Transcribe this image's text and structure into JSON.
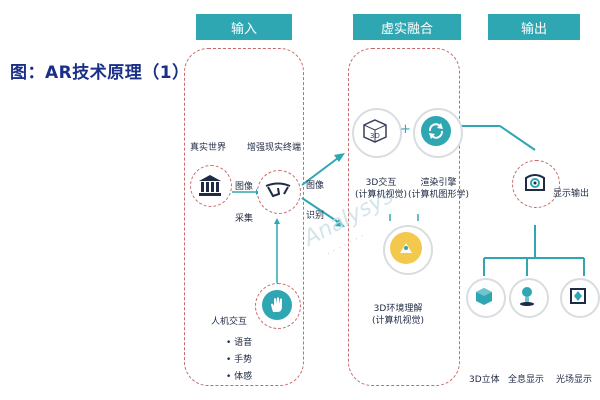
{
  "figure_title": "图：AR技术原理（1）",
  "headers": {
    "input": "输入",
    "fusion": "虚实融合",
    "output": "输出"
  },
  "input": {
    "real_world": "真实世界",
    "image_capture": [
      "图像",
      "采集"
    ],
    "terminal": "增强现实终端",
    "hci": "人机交互",
    "hci_items": [
      "语音",
      "手势",
      "体感"
    ]
  },
  "arrow_label": [
    "图像",
    "识别"
  ],
  "fusion": {
    "interaction_3d": [
      "3D交互",
      "(计算机视觉)"
    ],
    "plus": "+",
    "render_engine": [
      "渲染引擎",
      "(计算机图形学)"
    ],
    "env_3d": [
      "3D环境理解",
      "(计算机视觉)"
    ]
  },
  "output": {
    "display_output": "显示输出",
    "items": [
      "3D立体",
      "全息显示",
      "光场显示"
    ]
  },
  "watermark": "Analysys"
}
